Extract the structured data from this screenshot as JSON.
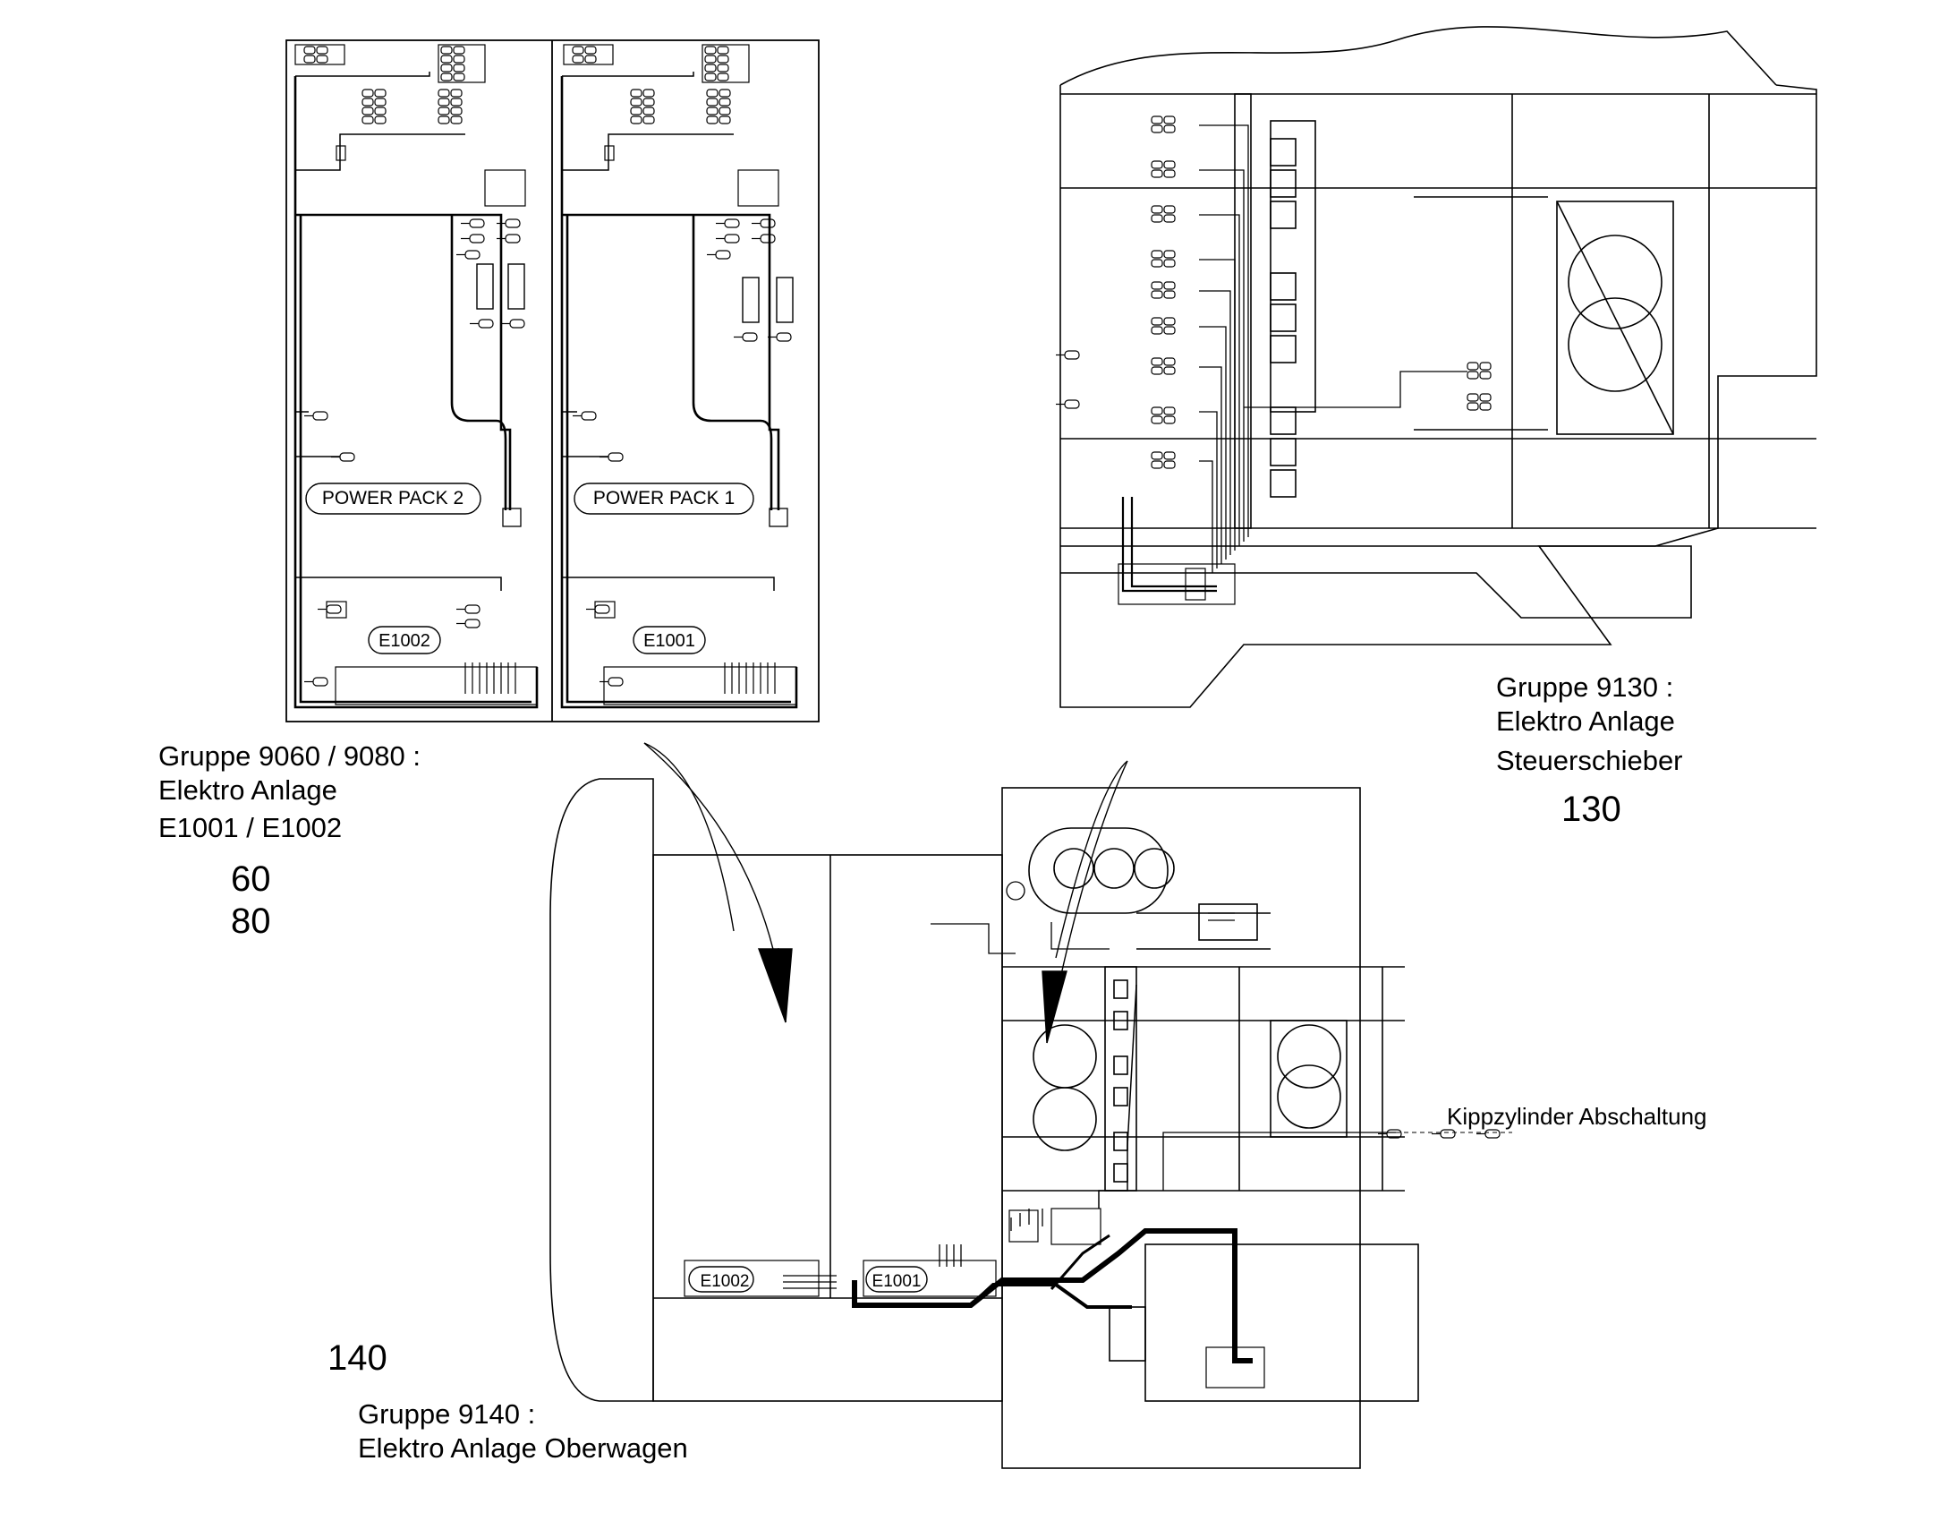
{
  "groups": {
    "g9060": {
      "line1": "Gruppe 9060 / 9080 :",
      "line2": "Elektro Anlage",
      "line3": "E1001 / E1002",
      "num1": "60",
      "num2": "80"
    },
    "g9130": {
      "line1": "Gruppe 9130 :",
      "line2": "Elektro Anlage",
      "line3": "Steuerschieber",
      "num": "130"
    },
    "g9140": {
      "num": "140",
      "line1": "Gruppe 9140 :",
      "line2": "Elektro Anlage Oberwagen"
    }
  },
  "callout": "Kippzylinder Abschaltung",
  "panels": {
    "left": {
      "pack": "POWER PACK 2",
      "box": "E1002"
    },
    "right": {
      "pack": "POWER PACK 1",
      "box": "E1001"
    }
  },
  "machine": {
    "box_e1002": "E1002",
    "box_e1001": "E1001"
  }
}
